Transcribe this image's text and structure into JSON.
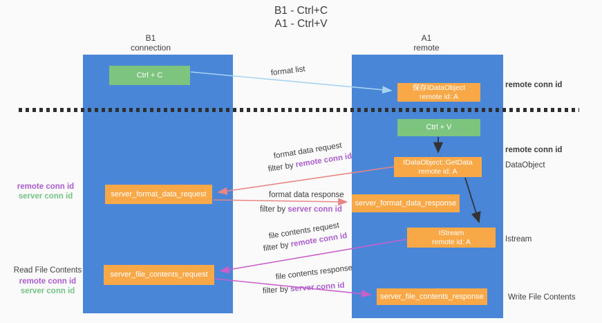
{
  "title": {
    "line1": "B1 - Ctrl+C",
    "line2": "A1 - Ctrl+V"
  },
  "lanes": {
    "left": {
      "header_line1": "B1",
      "header_line2": "connection"
    },
    "right": {
      "header_line1": "A1",
      "header_line2": "remote"
    }
  },
  "boxes": {
    "ctrl_c": {
      "label": "Ctrl + C"
    },
    "save_idataobject": {
      "line1": "保存IDataObject",
      "line2": "remote id: A"
    },
    "ctrl_v": {
      "label": "Ctrl + V"
    },
    "getdata": {
      "line1": "IDataObject::GetData",
      "line2": "remote id: A"
    },
    "server_format_data_request": {
      "label": "server_format_data_request"
    },
    "server_format_data_response": {
      "label": "server_format_data_response"
    },
    "istream": {
      "line1": "IStream",
      "line2": "remote id: A"
    },
    "server_file_contents_request": {
      "label": "server_file_contents_request"
    },
    "server_file_contents_response": {
      "label": "server_file_contents_response"
    }
  },
  "arrow_labels": {
    "format_list": "format list",
    "format_data_request": "format data request",
    "format_data_response": "format data response",
    "file_contents_request": "file contents request",
    "file_contents_response": "file contents response",
    "filter_by": "filter by "
  },
  "shared_labels": {
    "remote_conn_id": "remote conn id",
    "server_conn_id": "server conn id"
  },
  "side_labels": {
    "dataobject": "DataObject",
    "istream": "Istream",
    "write_file_contents": "Write File Contents",
    "read_file_contents": "Read File Contents"
  },
  "colors": {
    "lane_blue": "#4a86d8",
    "box_orange": "#f9a847",
    "box_green": "#7dc47f",
    "label_purple": "#ab5ecb",
    "label_green": "#74c384",
    "arrow_salmon": "#e98585",
    "arrow_magenta": "#ca5fca",
    "arrow_lightblue": "#a8d3f0",
    "arrow_black": "#333333",
    "separator_black": "#2f2f2f",
    "background": "#fafafa"
  }
}
